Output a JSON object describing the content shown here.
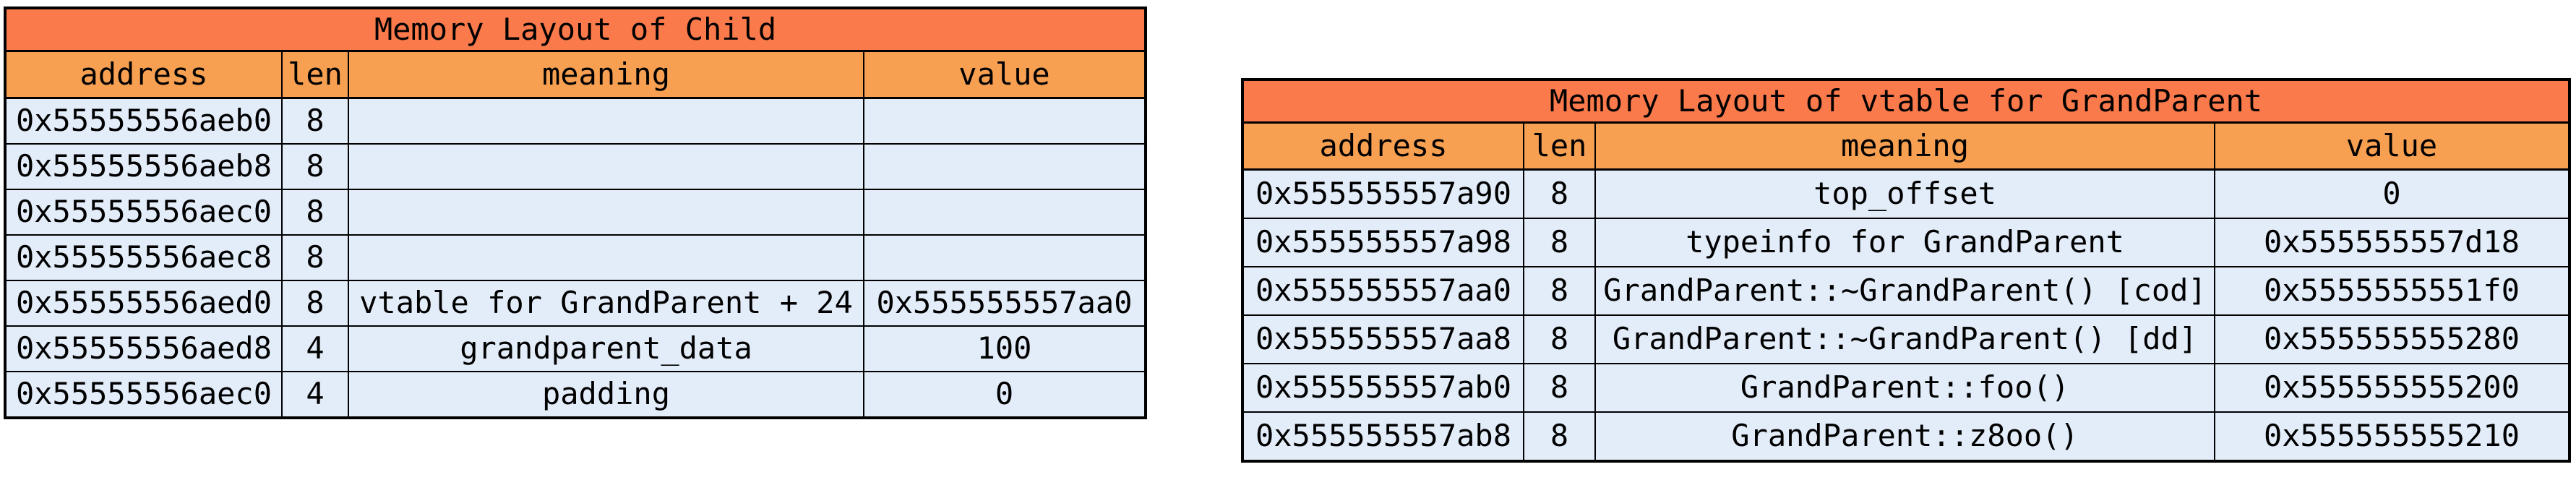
{
  "colors": {
    "title_background": "#fb7a4b",
    "header_background": "#f8a052",
    "row_background": "#e3edf9",
    "border": "#000000",
    "text": "#000000",
    "page_background": "#ffffff"
  },
  "tables": [
    {
      "id": "child",
      "title": "Memory Layout of Child",
      "columns": [
        "address",
        "len",
        "meaning",
        "value"
      ],
      "rows": [
        [
          "0x55555556aeb0",
          "8",
          "",
          ""
        ],
        [
          "0x55555556aeb8",
          "8",
          "",
          ""
        ],
        [
          "0x55555556aec0",
          "8",
          "",
          ""
        ],
        [
          "0x55555556aec8",
          "8",
          "",
          ""
        ],
        [
          "0x55555556aed0",
          "8",
          "vtable for GrandParent + 24",
          "0x555555557aa0"
        ],
        [
          "0x55555556aed8",
          "4",
          "grandparent_data",
          "100"
        ],
        [
          "0x55555556aec0",
          "4",
          "padding",
          "0"
        ]
      ]
    },
    {
      "id": "vtable-grandparent",
      "title": "Memory Layout of vtable for GrandParent",
      "columns": [
        "address",
        "len",
        "meaning",
        "value"
      ],
      "rows": [
        [
          "0x555555557a90",
          "8",
          "top_offset",
          "0"
        ],
        [
          "0x555555557a98",
          "8",
          "typeinfo for GrandParent",
          "0x555555557d18"
        ],
        [
          "0x555555557aa0",
          "8",
          "GrandParent::~GrandParent() [cod]",
          "0x5555555551f0"
        ],
        [
          "0x555555557aa8",
          "8",
          "GrandParent::~GrandParent() [dd]",
          "0x555555555280"
        ],
        [
          "0x555555557ab0",
          "8",
          "GrandParent::foo()",
          "0x555555555200"
        ],
        [
          "0x555555557ab8",
          "8",
          "GrandParent::z8oo()",
          "0x555555555210"
        ]
      ]
    }
  ]
}
